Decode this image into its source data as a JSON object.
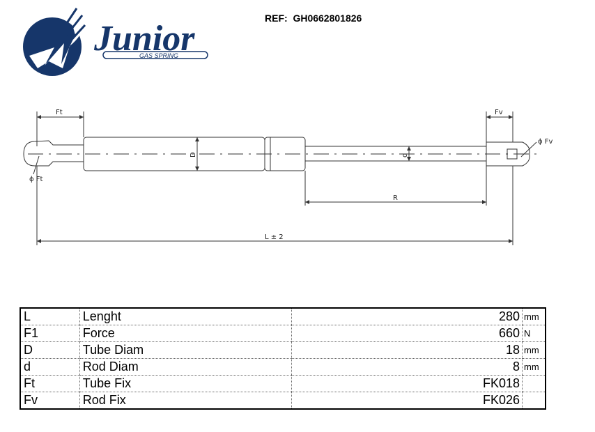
{
  "logo": {
    "brand": "Junior",
    "tagline": "GAS SPRING",
    "brand_color": "#16366a"
  },
  "ref": "REF:  GH0662801826",
  "drawing": {
    "labels": {
      "ft_top": "Ft",
      "fv_top": "Fv",
      "ft_diam": "ϕ Ft",
      "fv_diam": "ϕ Fv",
      "tube_diam": "D",
      "rod_diam": "d",
      "stroke": "R",
      "length": "L ± 2"
    }
  },
  "specs": [
    {
      "code": "L",
      "label": "Lenght",
      "value": "280",
      "unit": "mm"
    },
    {
      "code": "F1",
      "label": "Force",
      "value": "660",
      "unit": "N"
    },
    {
      "code": "D",
      "label": "Tube Diam",
      "value": "18",
      "unit": "mm"
    },
    {
      "code": "d",
      "label": "Rod Diam",
      "value": "8",
      "unit": "mm"
    },
    {
      "code": "Ft",
      "label": "Tube Fix",
      "value": "FK018",
      "unit": ""
    },
    {
      "code": "Fv",
      "label": "Rod Fix",
      "value": "FK026",
      "unit": ""
    }
  ],
  "colors": {
    "line": "#333333",
    "logo_blue": "#16366a"
  }
}
